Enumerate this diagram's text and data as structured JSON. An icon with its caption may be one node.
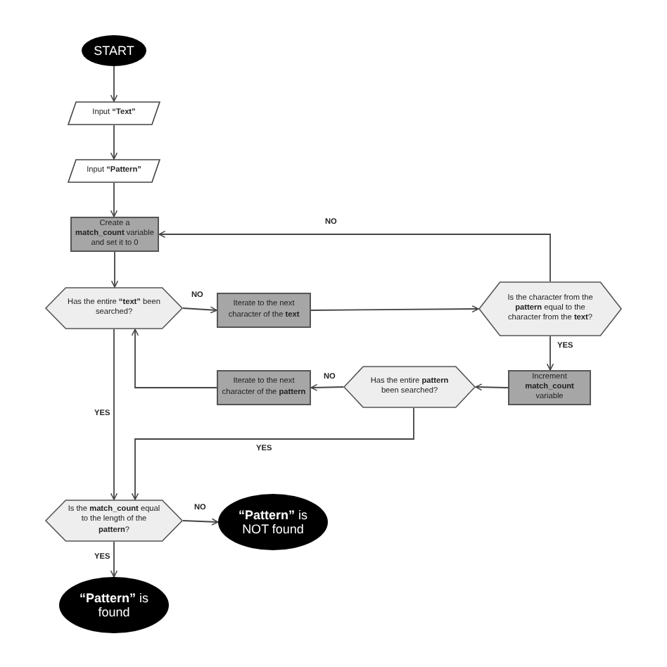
{
  "diagram": {
    "nodes": [
      {
        "text": [
          "START"
        ]
      },
      {
        "text": [
          "Input **“Text”**"
        ]
      },
      {
        "text": [
          "Input **“Pattern”**"
        ]
      },
      {
        "text": [
          "Create a **match_count** variable and set it to 0"
        ]
      },
      {
        "text": [
          "Has the entire **“text”** been searched?"
        ]
      },
      {
        "text": [
          "Iterate to the next character of the **text**"
        ]
      },
      {
        "text": [
          "Is the character from the **pattern** equal to the character from the **text**?"
        ]
      },
      {
        "text": [
          "Increment **match_count** variable"
        ]
      },
      {
        "text": [
          "Has the entire **pattern** been searched?"
        ]
      },
      {
        "text": [
          "Iterate to the next character of the **pattern**"
        ]
      },
      {
        "text": [
          "Is the **match_count** equal to the length of the **pattern**?"
        ]
      },
      {
        "text": [
          "**“Pattern”** is NOT found"
        ]
      },
      {
        "text": [
          "**“Pattern”** is found"
        ]
      }
    ],
    "edges": [
      {
        "from": 0,
        "to": 1,
        "arrow": "to"
      },
      {
        "from": 1,
        "to": 2,
        "arrow": "to"
      },
      {
        "from": 2,
        "to": 3,
        "arrow": "to"
      },
      {
        "from": 3,
        "to": 4,
        "arrow": "to"
      },
      {
        "from": 4,
        "to": 5,
        "arrow": "to",
        "label": "NO"
      },
      {
        "from": 5,
        "to": 6,
        "arrow": "to"
      },
      {
        "from": 6,
        "to": 3,
        "arrow": "to",
        "label": "NO"
      },
      {
        "from": 6,
        "to": 7,
        "arrow": "to",
        "label": "YES"
      },
      {
        "from": 7,
        "to": 8,
        "arrow": "to"
      },
      {
        "from": 8,
        "to": 9,
        "arrow": "to",
        "label": "NO"
      },
      {
        "from": 9,
        "to": 4,
        "arrow": "to"
      },
      {
        "from": 4,
        "to": 10,
        "arrow": "to",
        "label": "YES"
      },
      {
        "from": 8,
        "to": 10,
        "arrow": "to",
        "label": "YES"
      },
      {
        "from": 10,
        "to": 11,
        "arrow": "to",
        "label": "NO"
      },
      {
        "from": 10,
        "to": 12,
        "arrow": "to",
        "label": "YES"
      }
    ]
  }
}
